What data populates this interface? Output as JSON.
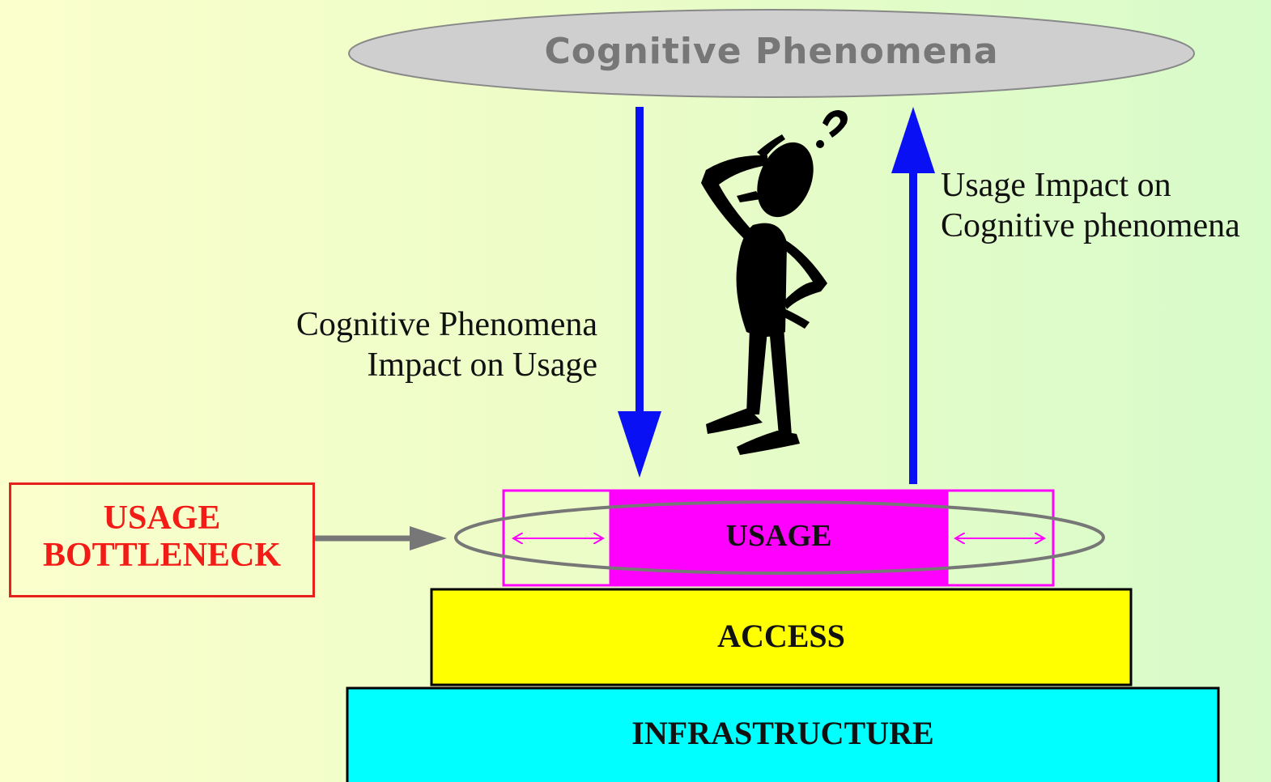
{
  "title": "Cognitive Phenomena",
  "arrows": {
    "down_label": [
      "Cognitive Phenomena",
      "Impact on Usage"
    ],
    "up_label": [
      "Usage Impact on",
      "Cognitive phenomena"
    ]
  },
  "bottleneck": {
    "lines": [
      "USAGE",
      "BOTTLENECK"
    ]
  },
  "layers": {
    "usage": "USAGE",
    "access": "ACCESS",
    "infrastructure": "INFRASTRUCTURE"
  },
  "figure": {
    "question_mark": "?"
  },
  "colors": {
    "arrow_blue": "#0a10f4",
    "usage_magenta": "#ff00ff",
    "access_yellow": "#ffff00",
    "infrastructure_cyan": "#00ffff",
    "bottleneck_red": "#f21b16",
    "ellipse_gray": "#cfcfcf",
    "pointer_gray": "#777777"
  }
}
